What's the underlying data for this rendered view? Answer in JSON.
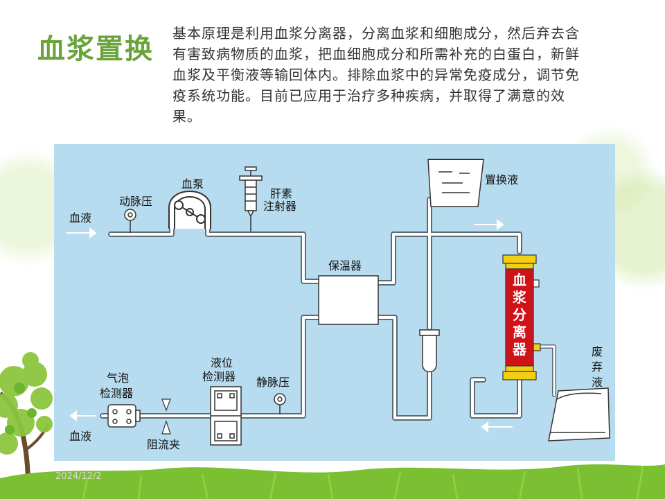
{
  "slide": {
    "title": "血浆置换",
    "body": "基本原理是利用血浆分离器，分离血浆和细胞成分，然后弃去含有害致病物质的血浆，把血细胞成分和所需补充的白蛋白，新鲜血浆及平衡液等输回体内。排除血浆中的异常免疫成分，调节免疫系统功能。目前已应用于治疗多种疾病，并取得了满意的效果。",
    "date": "2024/12/2"
  },
  "diagram": {
    "labels": {
      "blood_in": "血液",
      "arterial_pressure": "动脉压",
      "blood_pump": "血泵",
      "heparin_line1": "肝素",
      "heparin_line2": "注射器",
      "replacement_fluid": "置换液",
      "warmer": "保温器",
      "separator": "血浆分离器",
      "waste_line1": "废",
      "waste_line2": "弃",
      "waste_line3": "液",
      "bubble_line1": "气泡",
      "bubble_line2": "检测器",
      "level_line1": "液位",
      "level_line2": "检测器",
      "venous_pressure": "静脉压",
      "blood_out": "血液",
      "clamp": "阻流夹"
    },
    "colors": {
      "panel": "#b8dcef",
      "separator_body": "#d0121b",
      "separator_caps": "#f2cf12",
      "tube": "#ffffff",
      "title": "#6aa33a"
    }
  }
}
